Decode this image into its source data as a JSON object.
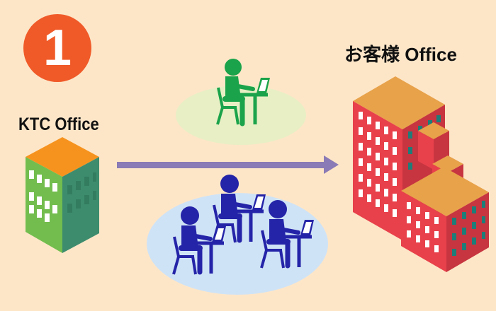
{
  "step": {
    "number": "1"
  },
  "ktc_office": {
    "label": "KTC Office"
  },
  "client_office": {
    "label": "お客様 Office"
  },
  "colors": {
    "background": "#fde6c8",
    "badge": "#f05a28",
    "arrow": "#8a7ab5",
    "remote_worker": "#1aa34a",
    "remote_zone": "#e8efc4",
    "onsite_team": "#2424a8",
    "onsite_zone": "#cfe3f6",
    "ktc_building": "#72bd4e",
    "client_building": "#e8414b"
  },
  "icons": {
    "ktc_building": "office-building-icon",
    "client_building": "office-tower-icon",
    "remote_worker": "person-at-laptop-icon",
    "onsite_team": "team-at-laptops-icon",
    "arrow": "right-arrow-icon"
  }
}
